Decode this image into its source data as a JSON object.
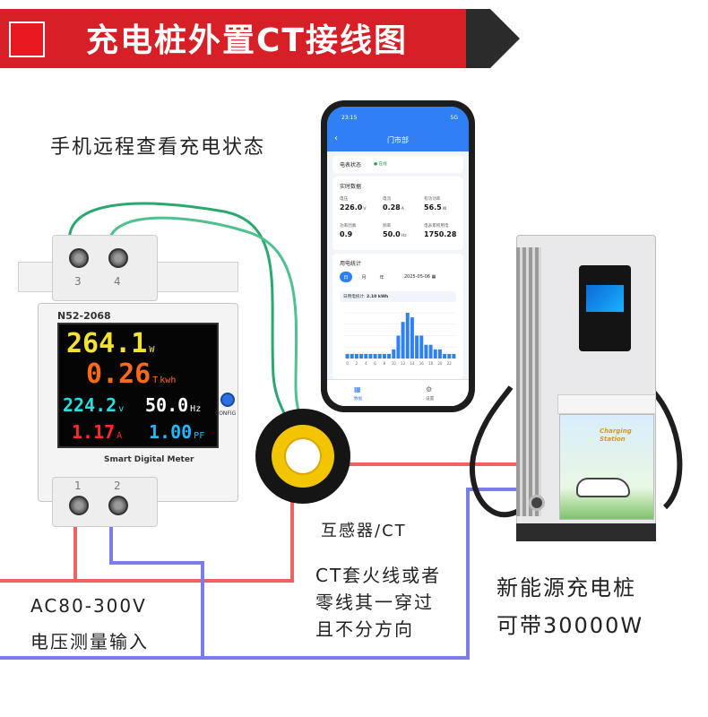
{
  "banner": {
    "title": "充电桩外置CT接线图"
  },
  "captions": {
    "remote_view": "手机远程查看充电状态",
    "ct_name": "互感器/CT",
    "ct_note_1": "CT套火线或者",
    "ct_note_2": "零线其一穿过",
    "ct_note_3": "且不分方向",
    "charger_name": "新能源充电桩",
    "charger_power": "可带30000W",
    "input_range": "AC80-300V",
    "input_label": "电压测量输入"
  },
  "meter": {
    "model": "N52-2068",
    "brand": "Smart Digital Meter",
    "config_label": "CONFIG",
    "terminals": {
      "t1": "1",
      "t2": "2",
      "t3": "3",
      "t4": "4"
    },
    "display": {
      "power": {
        "value": "264.1",
        "unit": "W",
        "color": "#f5e133"
      },
      "energy": {
        "value": "0.26",
        "unit": "kwh",
        "marker": "T",
        "color": "#ff6a1a"
      },
      "voltage": {
        "value": "224.2",
        "unit": "v",
        "color": "#20e0e0"
      },
      "frequency": {
        "value": "50.0",
        "unit": "Hz",
        "color": "#ffffff"
      },
      "current": {
        "value": "1.17",
        "unit": "A",
        "color": "#ff2a2a"
      },
      "power_factor": {
        "value": "1.00",
        "unit": "PF",
        "color": "#22b8ff"
      }
    }
  },
  "phone": {
    "time": "23:15",
    "battery": "5G",
    "title": "门市部",
    "status_label": "电表状态",
    "status_value": "在线",
    "realtime_title": "实时数据",
    "metrics": [
      {
        "label": "电压",
        "value": "226.0",
        "unit": "V"
      },
      {
        "label": "电流",
        "value": "0.28",
        "unit": "A"
      },
      {
        "label": "有功功率",
        "value": "56.5",
        "unit": "W"
      },
      {
        "label": "功率因素",
        "value": "0.9",
        "unit": ""
      },
      {
        "label": "频率",
        "value": "50.0",
        "unit": "Hz"
      },
      {
        "label": "电表累积用电",
        "value": "1750.28",
        "unit": ""
      }
    ],
    "stats_title": "用电统计",
    "tabs": {
      "day": "日",
      "month": "月",
      "year": "年"
    },
    "date": "2025-05-06",
    "daily_total_label": "日用电统计:",
    "daily_total_value": "2.10 kWh",
    "nav": {
      "data": "数据",
      "settings": "设置"
    }
  },
  "phone_chart": {
    "type": "bar",
    "x_ticks": [
      "0",
      "2",
      "4",
      "6",
      "8",
      "10",
      "12",
      "14",
      "16",
      "18",
      "20",
      "22"
    ],
    "values": [
      0.01,
      0.01,
      0.01,
      0.01,
      0.01,
      0.01,
      0.01,
      0.01,
      0.01,
      0.01,
      0.02,
      0.05,
      0.08,
      0.1,
      0.09,
      0.05,
      0.05,
      0.03,
      0.03,
      0.02,
      0.02,
      0.01,
      0.01,
      0.01
    ],
    "ylim": [
      0,
      0.1
    ]
  },
  "charger": {
    "poster_text_1": "Charging",
    "poster_text_2": "Station"
  },
  "colors": {
    "banner_red": "#d61f26",
    "live_wire": "#f06262",
    "neutral_wire": "#7c7ce8",
    "ct_core": "#f2c500",
    "app_blue": "#2f7ff5"
  }
}
